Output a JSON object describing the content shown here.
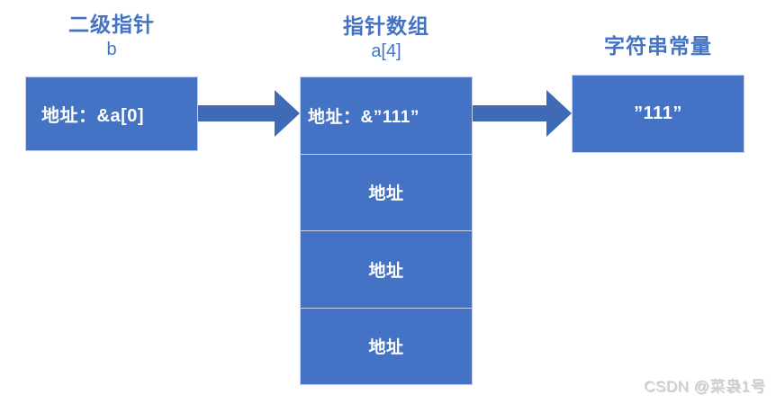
{
  "colors": {
    "box_fill": "#4472C4",
    "box_border": "#C9CEE5",
    "row_separator": "#CBD0E6",
    "arrow_fill": "#3F6AB6",
    "title_text": "#4472C4",
    "box_text": "#FFFFFF",
    "watermark_text": "#D4D4D4"
  },
  "nodes": {
    "double_pointer": {
      "title": "二级指针",
      "subtitle": "b",
      "cell": "地址：&a[0]"
    },
    "pointer_array": {
      "title": "指针数组",
      "subtitle": "a[4]",
      "rows": [
        "地址：&”111”",
        "地址",
        "地址",
        "地址"
      ]
    },
    "string_constant": {
      "title": "字符串常量",
      "cell": "”111”"
    }
  },
  "watermark": "CSDN @菜袅1号"
}
